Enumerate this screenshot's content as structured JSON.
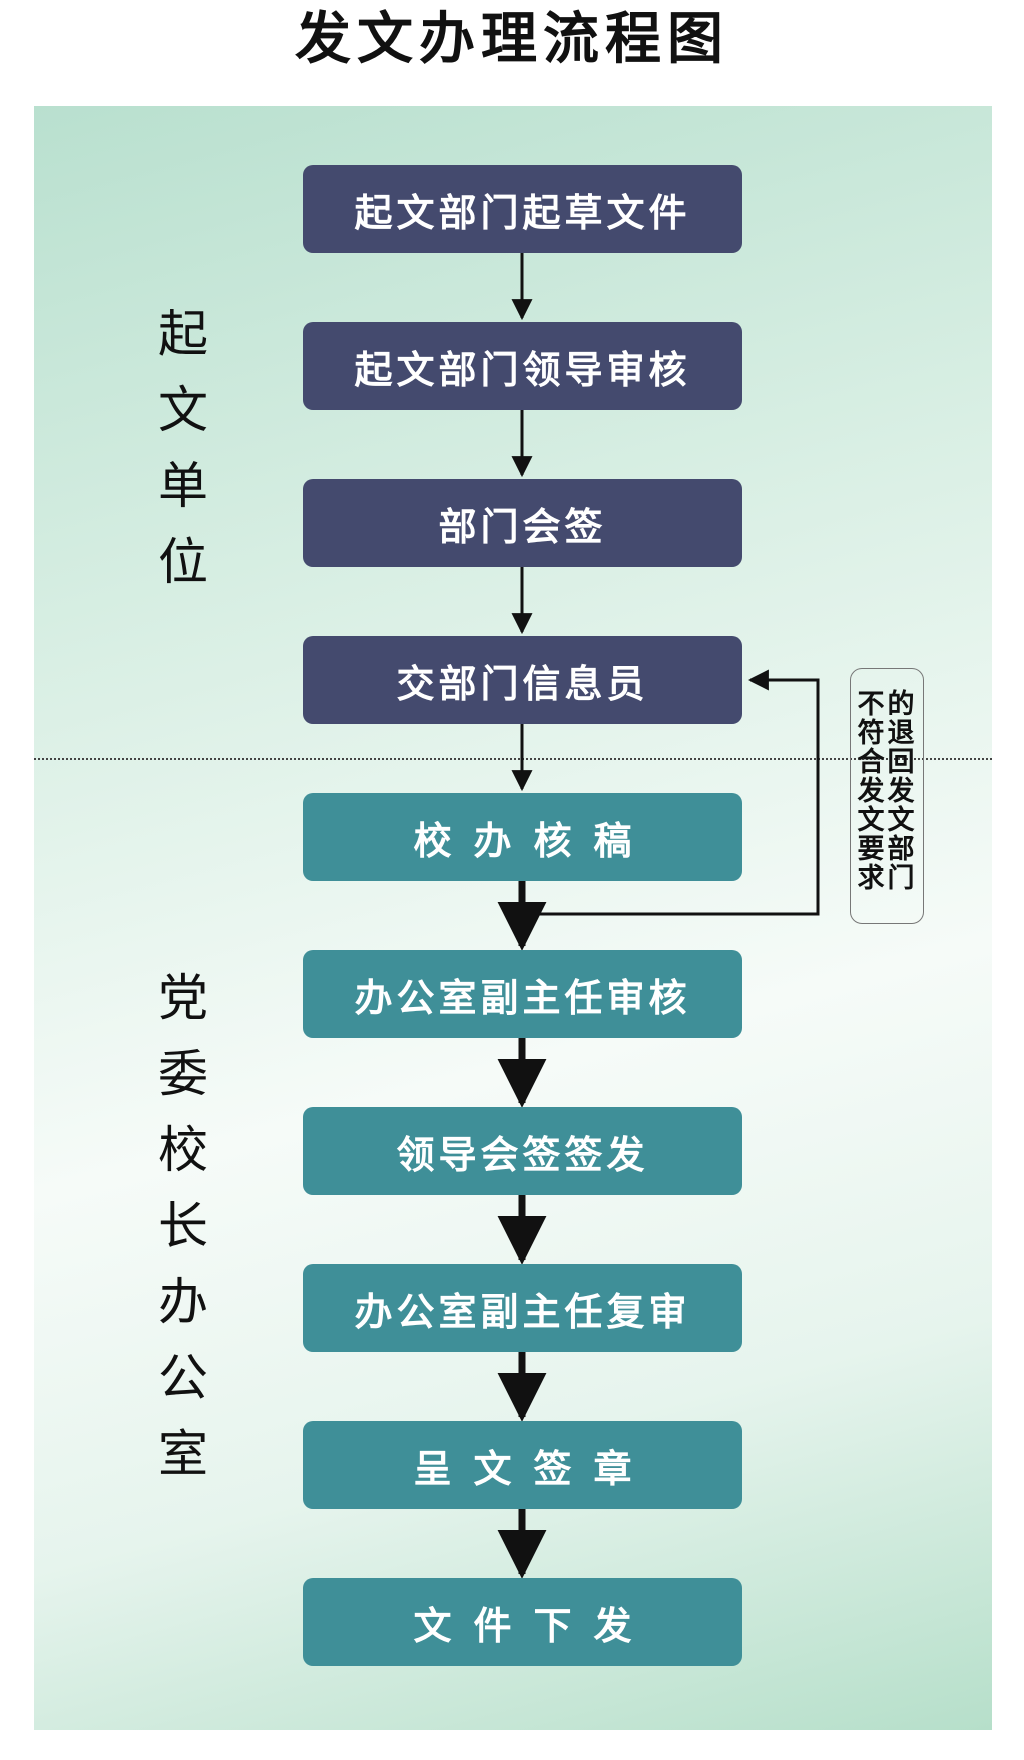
{
  "title": "发文办理流程图",
  "lanes": {
    "top": "起文单位",
    "bottom": "党委校长办公室"
  },
  "steps": [
    "起文部门起草文件",
    "起文部门领导审核",
    "部门会签",
    "交部门信息员",
    "校办核稿",
    "办公室副主任审核",
    "领导会签签发",
    "办公室副主任复审",
    "呈文签章",
    "文件下发"
  ],
  "return_note": {
    "left_column": "不符合发文要求",
    "right_column": "的退回发文部门"
  },
  "colors": {
    "dept_box": "#444a6e",
    "office_box": "#3f8f98"
  }
}
